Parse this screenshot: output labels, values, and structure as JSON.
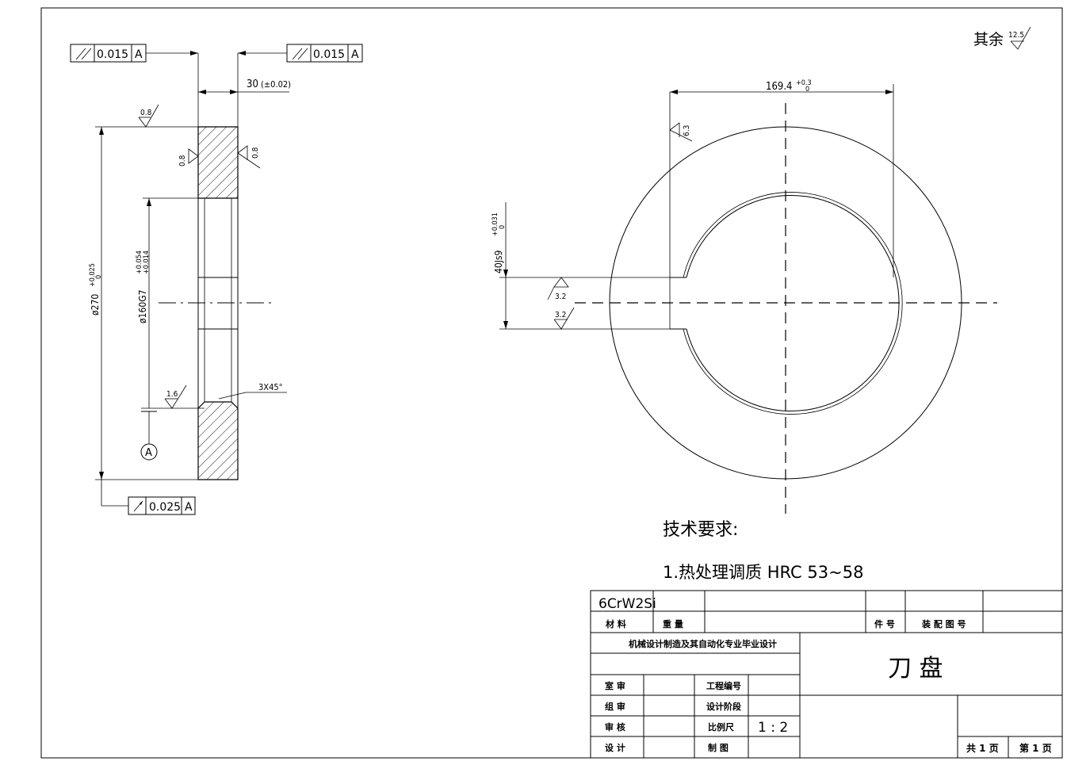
{
  "drawing": {
    "remaining_roughness": {
      "label": "其余",
      "value": "12.5"
    },
    "side_view": {
      "runout_left": {
        "tol": "0.015",
        "datum": "A"
      },
      "runout_right": {
        "tol": "0.015",
        "datum": "A"
      },
      "runout_bottom": {
        "tol": "0.025",
        "datum": "A"
      },
      "thickness_dim": "30",
      "thickness_tol": "(±0.02)",
      "roughness_top": "0.8",
      "roughness_left": "0.8",
      "roughness_right": "0.8",
      "roughness_bore": "1.6",
      "outer_dia": "ø270",
      "outer_dia_tol_up": "+0.025",
      "outer_dia_tol_low": "0",
      "bore_dia": "ø160G7",
      "bore_dia_tol_up": "+0.054",
      "bore_dia_tol_low": "+0.014",
      "chamfer": "3X45°",
      "datum_label": "A"
    },
    "front_view": {
      "width_dim": "169.4",
      "width_tol_up": "+0.3",
      "width_tol_low": "0",
      "roughness_face": "6.3",
      "slot_dim": "40Js9",
      "slot_tol_up": "+0.031",
      "slot_tol_low": "0",
      "roughness_slot_top": "3.2",
      "roughness_slot_bottom": "3.2"
    },
    "tech_requirements": {
      "title": "技术要求:",
      "item1": "1.热处理调质 HRC 53~58"
    }
  },
  "title_block": {
    "material": "6CrW2Si",
    "material_label": "材  料",
    "weight_label": "重  量",
    "part_no_label": "件 号",
    "assembly_label": "装 配 图 号",
    "project": "机械设计制造及其自动化专业毕业设计",
    "part_name": "刀    盘",
    "row_labels": [
      "室  审",
      "组  审",
      "审  核",
      "设  计"
    ],
    "mid_labels": [
      "工程编号",
      "设计阶段",
      "比例尺",
      "制  图"
    ],
    "scale": "1 : 2",
    "total_pages": "共 1 页",
    "page_no": "第 1 页"
  }
}
